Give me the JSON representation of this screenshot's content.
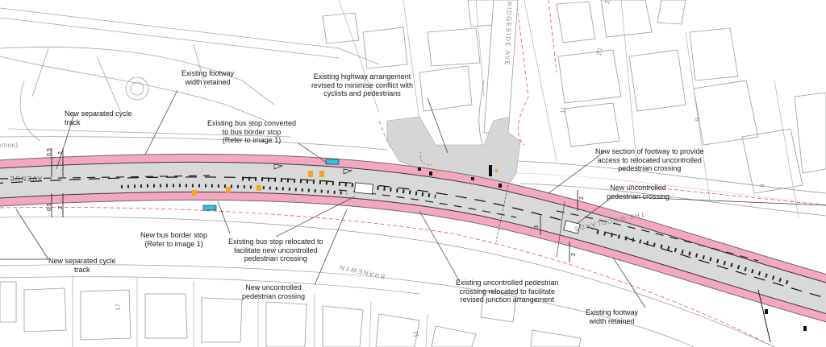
{
  "annotations": {
    "footway_top": [
      "Existing footway",
      "width retained"
    ],
    "highway": [
      "Existing highway arrangement",
      "revised to minimise conflict with",
      "cyclists and pedestrians"
    ],
    "cycle_top": [
      "New separated cycle",
      "track"
    ],
    "bus_converted": [
      "Existing bus stop converted",
      "to bus border stop",
      "(Refer to image 1)"
    ],
    "footway_section": [
      "New section of footway to provide",
      "access to relocated uncontrolled",
      "pedestrian crossing"
    ],
    "crossing_right": [
      "New uncontrolled",
      "pedestrian crossing"
    ],
    "bus_border": [
      "New bus border stop",
      "(Refer to image 1)"
    ],
    "bus_relocated": [
      "Existing bus stop relocated to",
      "facilitate new uncontrolled",
      "pedestrian crossing"
    ],
    "cycle_bottom": [
      "New separated cycle",
      "track"
    ],
    "crossing_bottom": [
      "New uncontrolled",
      "pedestrian crossing"
    ],
    "crossing_relocated": [
      "Existing uncontrolled pedestrian",
      "crossing relocated to facilitate",
      "revised junction arrangement"
    ],
    "footway_bottom": [
      "Existing footway",
      "width retained"
    ]
  },
  "roads": {
    "ridgeside": "RIDGESIDE AVE",
    "woodlands": "THE WOODLANDS",
    "branewyn": "BRANEWYN",
    "avenue": "AVENUE",
    "section": "ction)"
  },
  "house_numbers": [
    "22",
    "20",
    "11",
    "9",
    "6",
    "17",
    "11"
  ],
  "dimensions": [
    "0.5",
    "2",
    "0.5",
    "2",
    "2",
    "3",
    "2"
  ],
  "colors": {
    "cycle_track": "#f4a7c1",
    "carriageway": "#d9d9d9",
    "bus_stop": "#f5a623",
    "bus_flag": "#29c3e6",
    "boundary": "#e05a5a"
  }
}
